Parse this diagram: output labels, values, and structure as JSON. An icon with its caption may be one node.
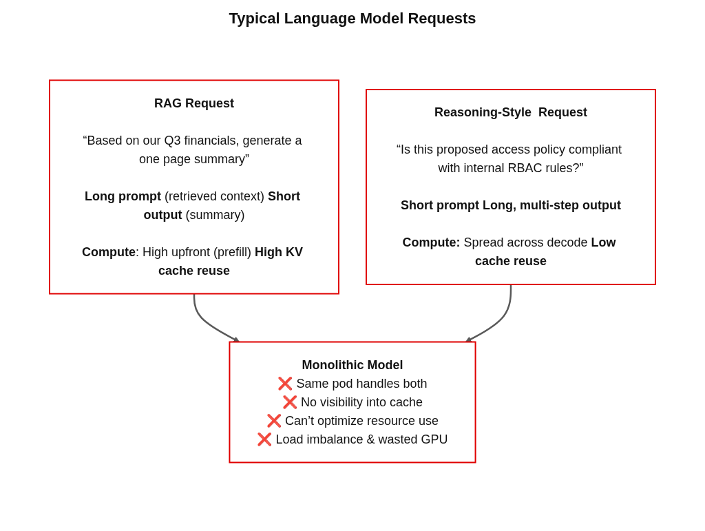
{
  "diagram": {
    "title": "Typical Language Model Requests",
    "nodes": [
      {
        "text": [
          "RAG Request",
          "“Based on our Q3 financials, generate a one page summary”",
          "**Long prompt** (retrieved context) **Short output** (summary)",
          "**Compute**: High upfront (prefill) **High KV cache reuse**"
        ]
      },
      {
        "text": [
          "Reasoning-Style  Request",
          "“Is this proposed access policy compliant with internal RBAC rules?”",
          "**Short prompt Long, multi-step output**",
          "**Compute:** Spread across decode **Low cache reuse**"
        ]
      },
      {
        "text": [
          "Monolithic Model",
          "❌ Same pod handles both",
          "❌ No visibility into cache",
          "❌ Can’t optimize resource use",
          "❌ Load imbalance & wasted GPU"
        ]
      }
    ],
    "edges": [
      {
        "from": 0,
        "to": 2,
        "arrow": "to"
      },
      {
        "from": 1,
        "to": 2,
        "arrow": "to"
      }
    ]
  }
}
